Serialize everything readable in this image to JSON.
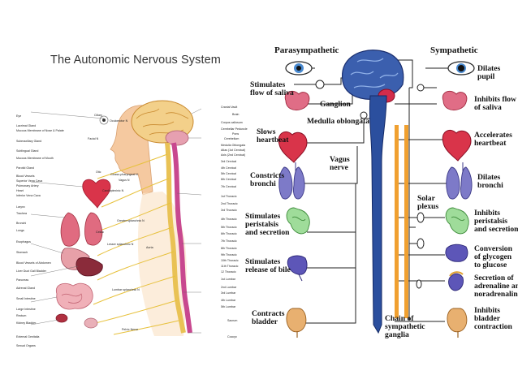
{
  "left_diagram": {
    "title": "The Autonomic Nervous System",
    "left_labels": [
      "Eye",
      "Lacrimal Gland",
      "Mucous Membrane of Nose & Palate",
      "Submaxillary Gland",
      "Sublingual Gland",
      "Mucous Membrane of Mouth",
      "Parotid Gland",
      "Blood Vessels",
      "Superior Vena Cava",
      "Pulmonary Artery",
      "Heart",
      "Inferior Vena Cava",
      "Larynx",
      "Trachea",
      "Bronchi",
      "Lungs",
      "Esophagus",
      "Stomach",
      "Blood Vessels of Abdomen",
      "Liver Duct Gall Bladder",
      "Pancreas",
      "Adrenal Gland",
      "Small Intestine",
      "Large Intestine",
      "Rectum",
      "Kidney Bladder",
      "External Genitalia",
      "Sexual Organs"
    ],
    "right_labels": [
      "Cranial Vault",
      "Brain",
      "Corpus callosum",
      "Cerebellar Peduncle",
      "Pons",
      "Cerebellum",
      "Medulla Oblongata",
      "Atlas (1st Cervical)",
      "Axis (2nd Cervical)",
      "3rd Cervical",
      "4th Cervical",
      "5th Cervical",
      "6th Cervical",
      "7th Cervical",
      "1st Thoracic",
      "2nd Thoracic",
      "3rd Thoracic",
      "4th Thoracic",
      "5th Thoracic",
      "6th Thoracic",
      "7th Thoracic",
      "8th Thoracic",
      "9th Thoracic",
      "10th Thoracic",
      "11th Thoracic",
      "12 Thoracic",
      "1st Lumbar",
      "2nd Lumbar",
      "3rd Lumbar",
      "4th Lumbar",
      "5th Lumbar",
      "Sacrum",
      "Coccyx"
    ],
    "inner_labels": [
      "Ciliary",
      "Oculomotor N",
      "Facial N",
      "Otic",
      "Glosso-pharyngeal N",
      "Vagus N",
      "Cardioplexinic N",
      "Greater splanchnic N",
      "Celiac",
      "Lesser splanchnic N",
      "Aorta",
      "Lumbar splanchnic N",
      "Pelvic Nerve"
    ]
  },
  "right_diagram": {
    "headings": {
      "left": "Parasympathetic",
      "right": "Sympathetic"
    },
    "center_labels": {
      "ganglion": "Ganglion",
      "medulla": "Medulla oblongata",
      "vagus": [
        "Vagus",
        "nerve"
      ],
      "solar": [
        "Solar",
        "plexus"
      ],
      "chain": [
        "Chain of",
        "sympathetic",
        "ganglia"
      ]
    },
    "parasympathetic": [
      [
        "Stimulates",
        "flow of saliva"
      ],
      [
        "Slows",
        "heartbeat"
      ],
      [
        "Constricts",
        "bronchi"
      ],
      [
        "Stimulates",
        "peristalsis",
        "and secretion"
      ],
      [
        "Stimulates",
        "release of bile"
      ],
      [
        "Contracts",
        "bladder"
      ]
    ],
    "sympathetic": [
      [
        "Dilates",
        "pupil"
      ],
      [
        "Inhibits flow",
        "of saliva"
      ],
      [
        "Accelerates",
        "heartbeat"
      ],
      [
        "Dilates",
        "bronchi"
      ],
      [
        "Inhibits",
        "peristalsis",
        "and secretion"
      ],
      [
        "Conversion",
        "of glycogen",
        "to glucose"
      ],
      [
        "Secretion of",
        "adrenaline and",
        "noradrenaline"
      ],
      [
        "Inhibits",
        "bladder",
        "contraction"
      ]
    ]
  },
  "colors": {
    "spine_blue": "#2b4f9e",
    "chain_orange": "#f0a030",
    "organ_red": "#d9344a",
    "brain_blue": "#3b5fae"
  }
}
